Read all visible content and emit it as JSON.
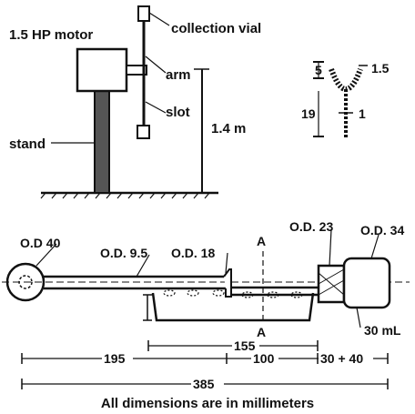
{
  "labels": {
    "motor": "1.5 HP motor",
    "collection_vial": "collection vial",
    "arm": "arm",
    "slot": "slot",
    "stand": "stand",
    "height": "1.4 m",
    "dim_5": "5",
    "dim_19": "19",
    "dim_1_5": "1.5",
    "dim_1": "1",
    "od_40": "O.D 40",
    "od_9_5": "O.D. 9.5",
    "od_18": "O.D. 18",
    "section_a_top": "A",
    "section_a_bottom": "A",
    "od_23": "O.D. 23",
    "od_34": "O.D. 34",
    "volume": "30 mL",
    "dim_155": "155",
    "dim_195": "195",
    "dim_100": "100",
    "dim_30_40": "30 + 40",
    "dim_385": "385",
    "footer": "All dimensions are in millimeters"
  }
}
